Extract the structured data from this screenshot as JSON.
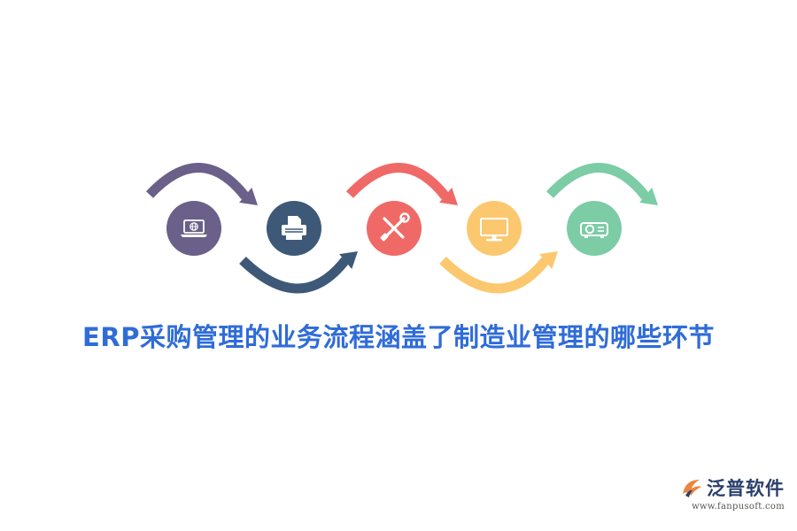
{
  "title": "ERP采购管理的业务流程涵盖了制造业管理的哪些环节",
  "brand": {
    "name": "泛普软件",
    "url": "www.fanpusoft.com"
  },
  "steps": [
    {
      "icon": "laptop-globe-icon",
      "color": "#6a6089",
      "arrow": "over"
    },
    {
      "icon": "printer-icon",
      "color": "#3e5878",
      "arrow": "under"
    },
    {
      "icon": "wrench-screwdriver-icon",
      "color": "#ef6a67",
      "arrow": "over"
    },
    {
      "icon": "monitor-icon",
      "color": "#fbc86f",
      "arrow": "under"
    },
    {
      "icon": "projector-icon",
      "color": "#7ccca6",
      "arrow": "over"
    }
  ],
  "colors": {
    "title": "#2f6cd8",
    "brand_text": "#2b3f6b",
    "background": "#ffffff"
  }
}
